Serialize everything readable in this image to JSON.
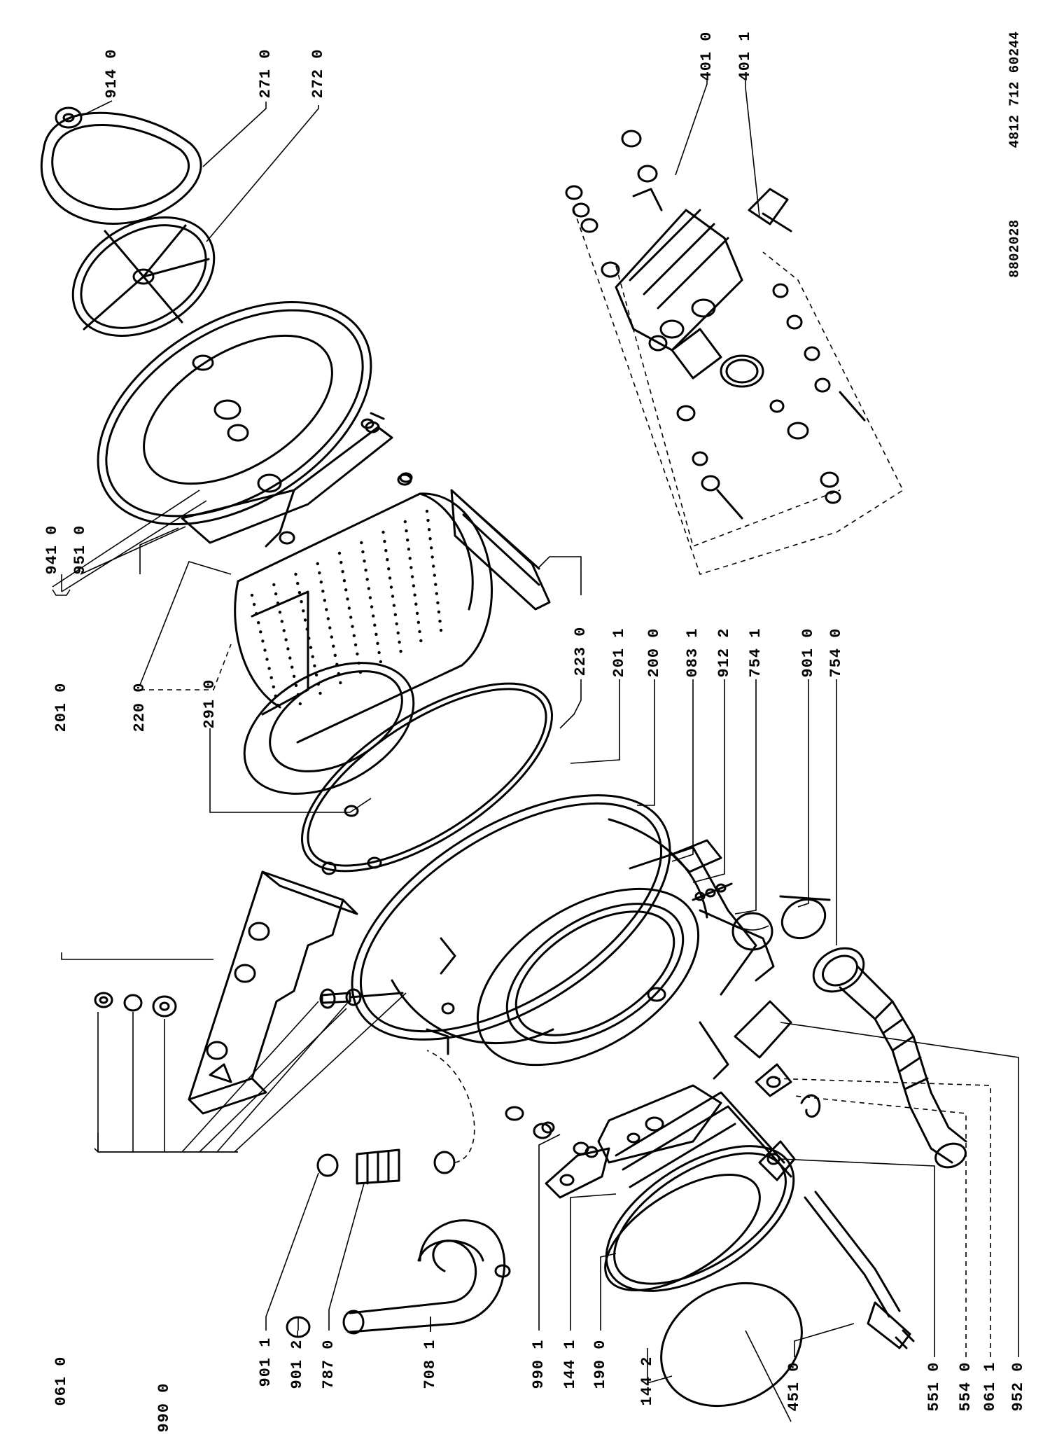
{
  "codes": {
    "part_number": "4812 712 60244",
    "drawing_number": "8802028"
  },
  "labels": {
    "l061": "061 0",
    "l990": "990 0",
    "l9011": "901 1",
    "l9012": "901 2",
    "l787": "787 0",
    "l708": "708 1",
    "l9901": "990 1",
    "l1441": "144 1",
    "l190": "190 0",
    "l1442": "144 2",
    "l451": "451 0",
    "l551": "551 0",
    "l554": "554 0",
    "l0611": "061 1",
    "l952": "952 0",
    "l201": "201 0",
    "l941": "941 0",
    "l951": "951 0",
    "l220": "220 0",
    "l291": "291 0",
    "l223": "223 0",
    "l2011": "201 1",
    "l200": "200 0",
    "l083": "083 1",
    "l9122": "912 2",
    "l7541": "754 1",
    "l9010": "901 0",
    "l7540": "754 0",
    "l914": "914 0",
    "l271": "271 0",
    "l272": "272 0",
    "l4010": "401 0",
    "l4011": "401 1"
  }
}
